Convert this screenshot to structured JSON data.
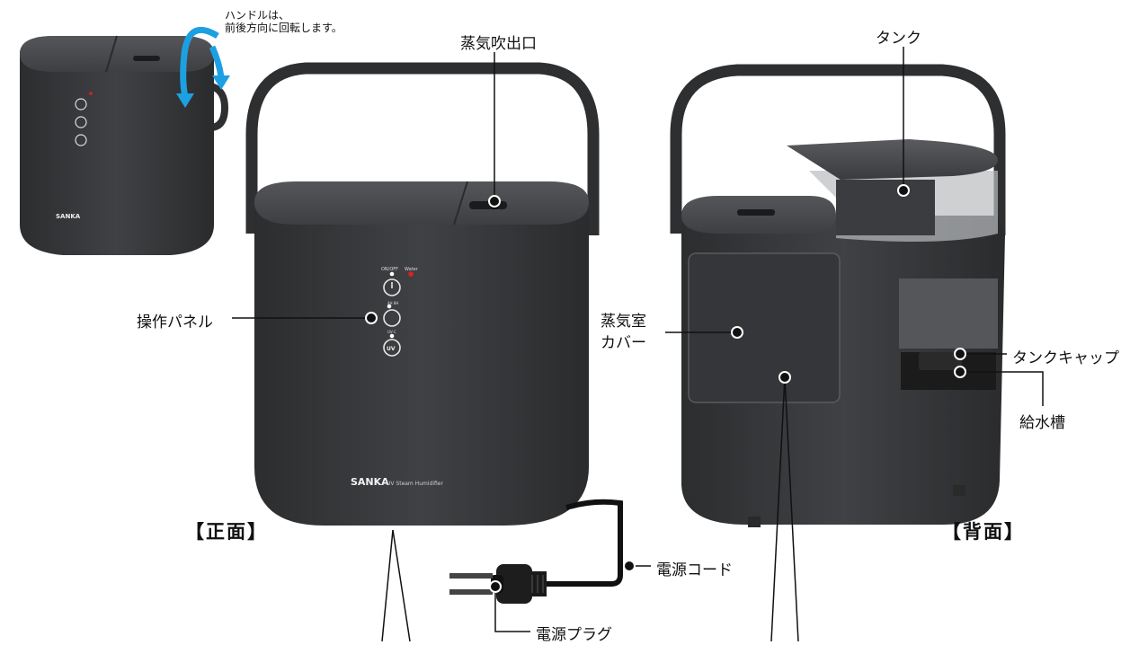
{
  "annotations": {
    "handle_note_line1": "ハンドルは、",
    "handle_note_line2": "前後方向に回転します。",
    "steam_outlet": "蒸気吹出口",
    "tank": "タンク",
    "control_panel": "操作パネル",
    "steam_chamber_cover_line1": "蒸気室",
    "steam_chamber_cover_line2": "カバー",
    "tank_cap": "タンクキャップ",
    "water_tray": "給水槽",
    "power_cord": "電源コード",
    "power_plug": "電源プラグ"
  },
  "views": {
    "front": "【正面】",
    "back": "【背面】"
  },
  "device": {
    "brand": "SANKA",
    "model_text": "UV Steam Humidifier",
    "button_on_off": "ON/OFF",
    "indicator_water": "Water",
    "timer_text": "4H 8H",
    "uv_text": "UV-C",
    "uv_button": "UV"
  },
  "colors": {
    "body": "#3c3d40",
    "body_dark": "#2e2f31",
    "top": "#4a4b4e",
    "accent_arrow": "#1da0e2",
    "indicator_red": "#e02020"
  }
}
